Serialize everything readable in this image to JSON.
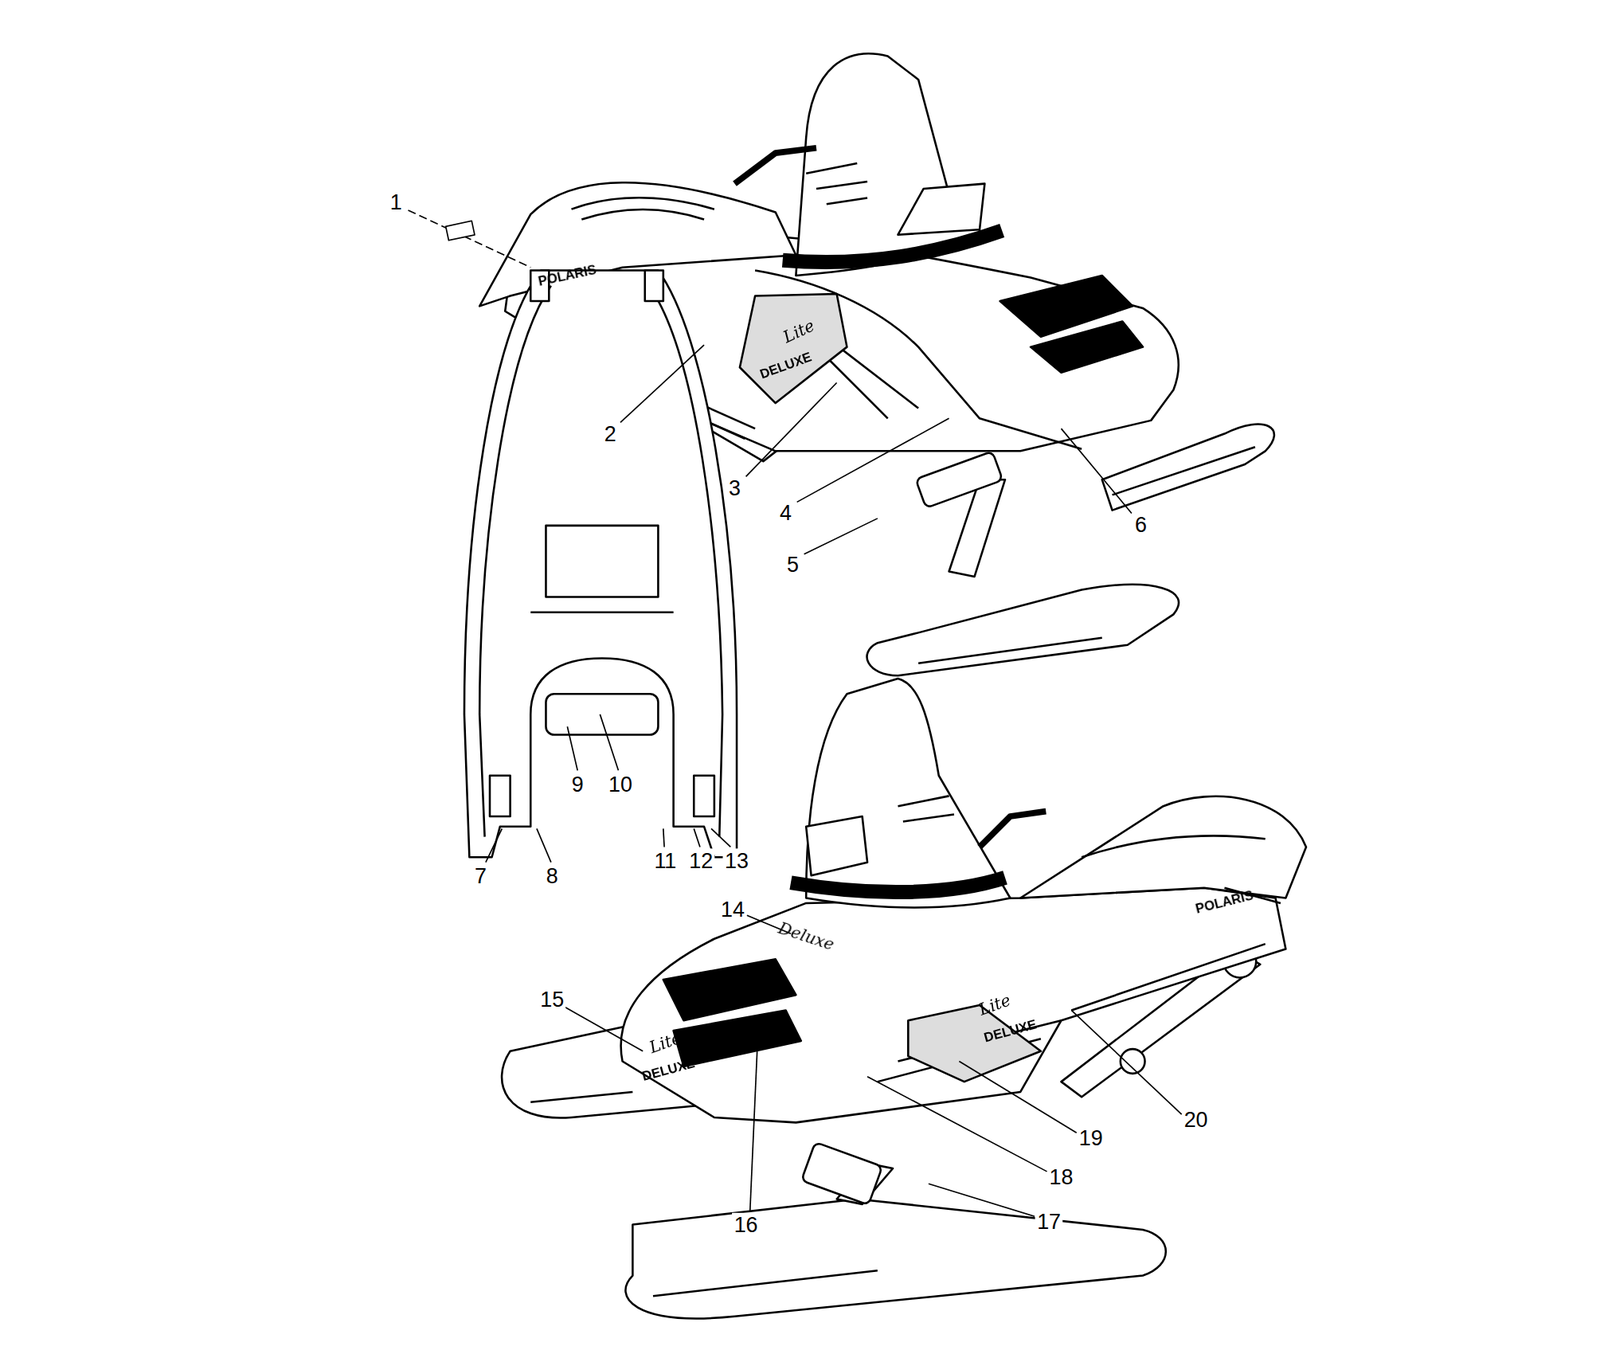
{
  "diagram": {
    "labels": [
      "1",
      "2",
      "3",
      "4",
      "5",
      "6",
      "7",
      "8",
      "9",
      "10",
      "11",
      "12",
      "13",
      "14",
      "15",
      "16",
      "17",
      "18",
      "19",
      "20",
      "POLARIS",
      "Lite",
      "DELUXE",
      "POLARIS",
      "Deluxe",
      "Lite",
      "DELUXE",
      "Lite",
      "DELUXE"
    ]
  }
}
